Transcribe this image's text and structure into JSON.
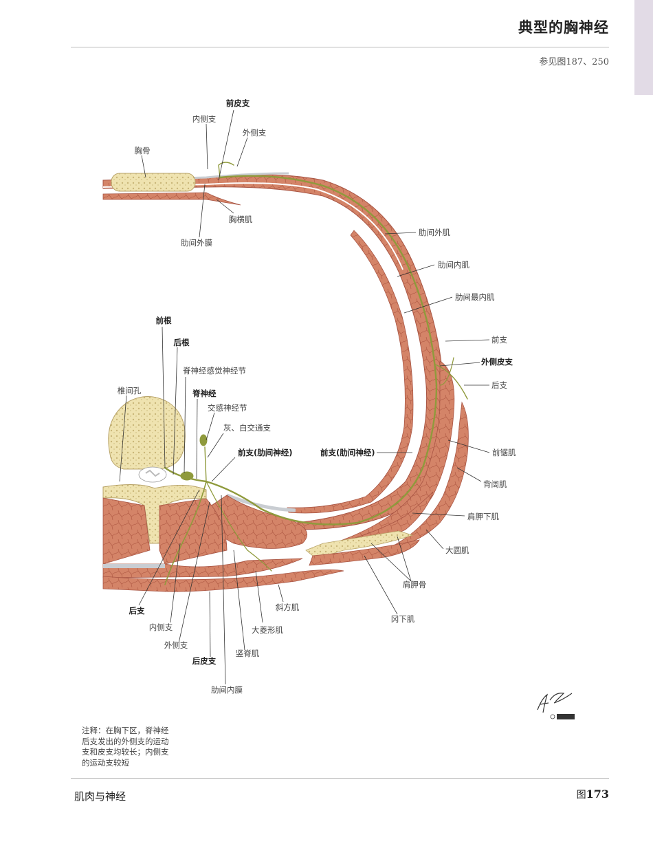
{
  "header": {
    "title": "典型的胸神经",
    "see_also": "参见图187、250"
  },
  "footer": {
    "section": "肌肉与神经",
    "figure_prefix": "图",
    "figure_number": "173"
  },
  "note": {
    "lines": [
      "注释：在胸下区，脊神经",
      "后支发出的外侧支的运动",
      "支和皮支均较长；内侧支",
      "的运动支较短"
    ]
  },
  "labels": {
    "anterior_cutaneous_branch": "前皮支",
    "medial_branch_top": "内侧支",
    "lateral_branch_top": "外侧支",
    "sternum": "胸骨",
    "transversus_thoracis": "胸横肌",
    "external_intercostal_membrane": "肋间外膜",
    "external_intercostal": "肋间外肌",
    "internal_intercostal": "肋间内肌",
    "innermost_intercostal": "肋间最内肌",
    "anterior_branch_right": "前支",
    "lateral_cutaneous_branch": "外侧皮支",
    "posterior_branch_right": "后支",
    "ventral_root": "前根",
    "dorsal_root": "后根",
    "spinal_ganglion": "脊神经感觉神经节",
    "spinal_nerve": "脊神经",
    "intervertebral_foramen": "椎间孔",
    "sympathetic_ganglion": "交感神经节",
    "rami_communicantes": "灰、白交通支",
    "ventral_ramus_left": "前支(肋间神经)",
    "ventral_ramus_mid": "前支(肋间神经)",
    "serratus_anterior": "前锯肌",
    "latissimus_dorsi": "背阔肌",
    "subscapularis": "肩胛下肌",
    "teres_major": "大圆肌",
    "scapula": "肩胛骨",
    "infraspinatus": "冈下肌",
    "trapezius": "斜方肌",
    "rhomboid_major": "大菱形肌",
    "erector_spinae": "竖脊肌",
    "posterior_branch_left": "后支",
    "medial_branch_bottom": "内侧支",
    "lateral_branch_bottom": "外侧支",
    "posterior_cutaneous_branch": "后皮支",
    "internal_intercostal_membrane": "肋间内膜"
  },
  "colors": {
    "muscle": "#d98a6e",
    "muscle_dark": "#b85a45",
    "bone": "#efe3b0",
    "nerve": "#8f9a3c",
    "membrane": "#c9cdd2"
  }
}
